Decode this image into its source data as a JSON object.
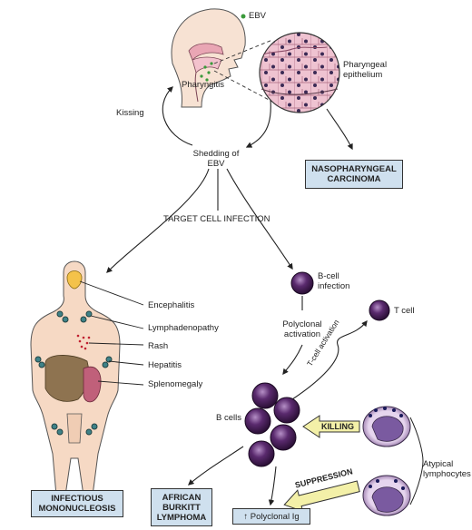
{
  "labels": {
    "ebv": "EBV",
    "pharyngitis": "Pharyngitis",
    "pharyngeal_epithelium_line1": "Pharyngeal",
    "pharyngeal_epithelium_line2": "epithelium",
    "kissing": "Kissing",
    "shedding_line1": "Shedding of",
    "shedding_line2": "EBV",
    "target_cell_infection": "TARGET CELL INFECTION",
    "bcell_infection_line1": "B-cell",
    "bcell_infection_line2": "infection",
    "polyclonal_activation_line1": "Polyclonal",
    "polyclonal_activation_line2": "activation",
    "t_cell": "T cell",
    "t_cell_activation": "T-cell activation",
    "b_cells": "B cells",
    "killing": "KILLING",
    "suppression": "SUPPRESSION",
    "atypical_line1": "Atypical",
    "atypical_line2": "lymphocytes",
    "encephalitis": "Encephalitis",
    "lymphadenopathy": "Lymphadenopathy",
    "rash": "Rash",
    "hepatitis": "Hepatitis",
    "splenomegaly": "Splenomegaly"
  },
  "boxes": {
    "npc_line1": "NASOPHARYNGEAL",
    "npc_line2": "CARCINOMA",
    "im_line1": "INFECTIOUS",
    "im_line2": "MONONUCLEOSIS",
    "burkitt_line1": "AFRICAN",
    "burkitt_line2": "BURKITT",
    "burkitt_line3": "LYMPHOMA",
    "polyclonal_ig": "↑ Polyclonal Ig"
  },
  "colors": {
    "ebv_dot": "#3a9a3a",
    "box_fill": "#cfe0ee",
    "cell_purple": "#3a1a4a",
    "atypical_cell": "#c9a7d6",
    "arrow_yellow": "#f3f0a8",
    "skin": "#f6d9c4",
    "liver": "#8e7350",
    "spleen": "#c0607a",
    "epithelium": "#e8b8c8"
  }
}
